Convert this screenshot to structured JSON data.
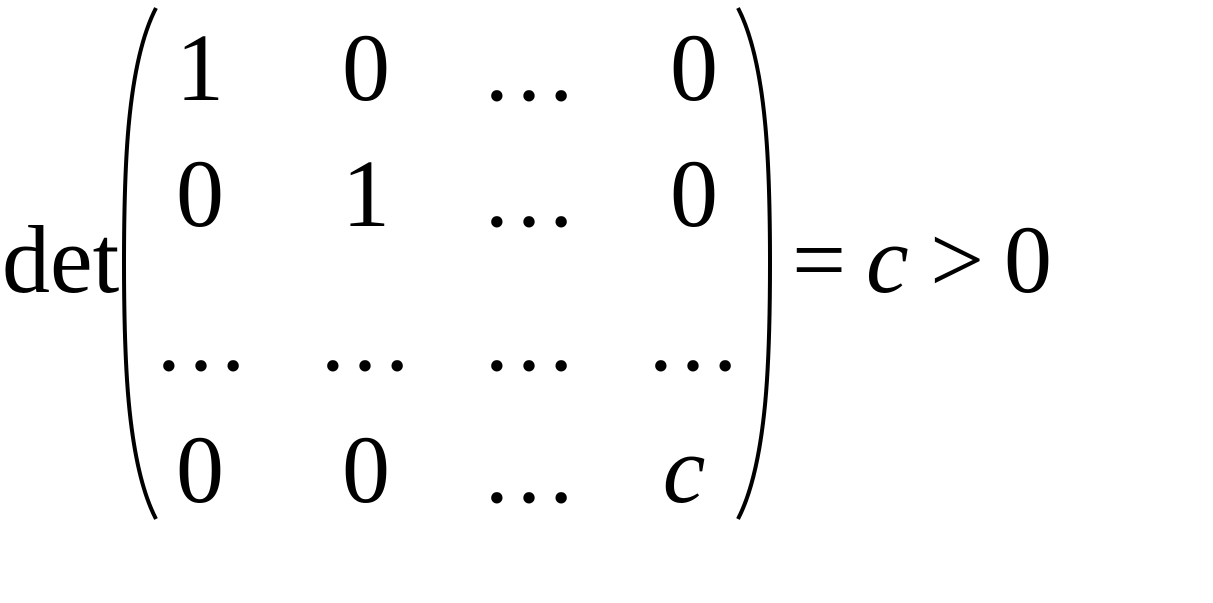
{
  "formula": {
    "operator": "det",
    "matrix": [
      [
        "1",
        "0",
        "…",
        "0"
      ],
      [
        "0",
        "1",
        "…",
        "0"
      ],
      [
        "…",
        "…",
        "…",
        "…"
      ],
      [
        "0",
        "0",
        "…",
        "c"
      ]
    ],
    "equals": "=",
    "variable": "c",
    "relation": ">",
    "rhs": "0"
  }
}
